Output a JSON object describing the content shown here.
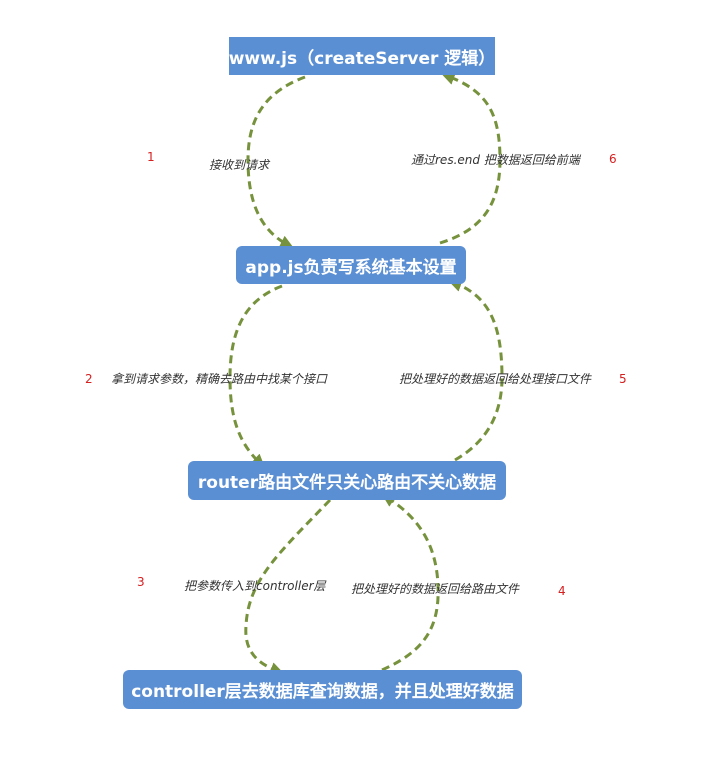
{
  "nodes": {
    "www": "www.js（createServer 逻辑）",
    "app": "app.js负责写系统基本设置",
    "router": "router路由文件只关心路由不关心数据",
    "controller": "controller层去数据库查询数据，并且处理好数据"
  },
  "edges": [
    {
      "step": "1",
      "label": "接收到请求"
    },
    {
      "step": "6",
      "label": "通过res.end 把数据返回给前端"
    },
    {
      "step": "2",
      "label": "拿到请求参数，精确去路由中找某个接口"
    },
    {
      "step": "5",
      "label": "把处理好的数据返回给处理接口文件"
    },
    {
      "step": "3",
      "label": "把参数传入到controller层"
    },
    {
      "step": "4",
      "label": "把处理好的数据返回给路由文件"
    }
  ],
  "colors": {
    "node_fill": "#5b8fd4",
    "node_text": "#ffffff",
    "arrow": "#76923c",
    "step_number": "#d61f1f",
    "edge_text": "#333333"
  }
}
